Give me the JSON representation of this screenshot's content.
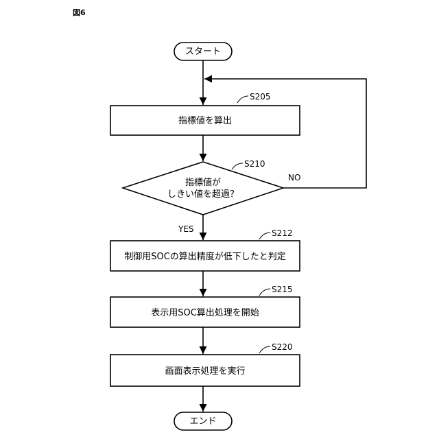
{
  "figure_label": "図6",
  "nodes": {
    "start": {
      "text": "スタート"
    },
    "s205": {
      "step": "S205",
      "text": "指標値を算出"
    },
    "s210": {
      "step": "S210",
      "line1": "指標値が",
      "line2": "しきい値を超過？"
    },
    "s212": {
      "step": "S212",
      "text": "制御用SOCの算出精度が低下したと判定"
    },
    "s215": {
      "step": "S215",
      "text": "表示用SOC算出処理を開始"
    },
    "s220": {
      "step": "S220",
      "text": "画面表示処理を実行"
    },
    "end": {
      "text": "エンド"
    }
  },
  "branches": {
    "no": "NO",
    "yes": "YES"
  }
}
